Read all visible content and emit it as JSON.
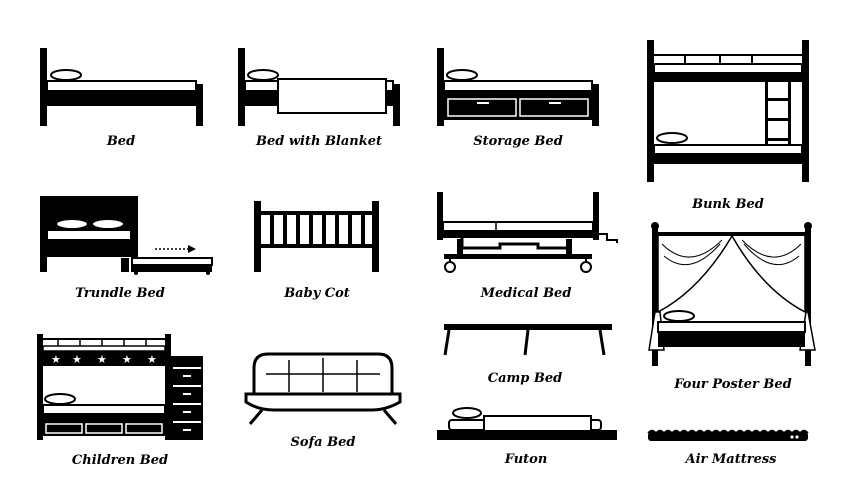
{
  "labels": {
    "bed": "Bed",
    "bed_with_blanket": "Bed with Blanket",
    "storage_bed": "Storage Bed",
    "bunk_bed": "Bunk Bed",
    "trundle_bed": "Trundle Bed",
    "baby_cot": "Baby Cot",
    "medical_bed": "Medical Bed",
    "camp_bed": "Camp Bed",
    "four_poster_bed": "Four Poster Bed",
    "children_bed": "Children Bed",
    "sofa_bed": "Sofa Bed",
    "futon": "Futon",
    "air_mattress": "Air Mattress"
  },
  "colors": {
    "ink": "#000000",
    "paper": "#ffffff"
  }
}
